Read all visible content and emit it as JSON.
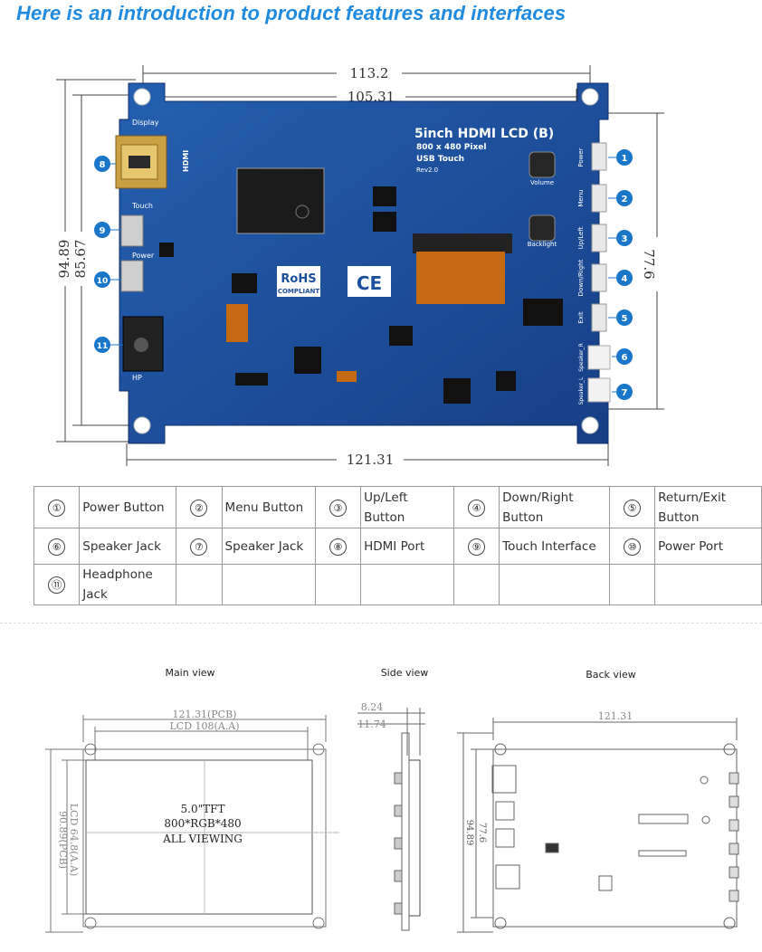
{
  "heading": "Here is an introduction to product features and interfaces",
  "board": {
    "dims": {
      "top_outer": "113.2",
      "top_inner": "105.31",
      "bottom": "121.31",
      "left_outer": "94.89",
      "left_inner": "85.67",
      "right": "77.6"
    },
    "title": "5inch HDMI LCD (B)",
    "subtitle": "800 x 480 Pixel",
    "touch": "USB Touch",
    "rev": "Rev2.0",
    "volume": "Volume",
    "backlight": "Backlight",
    "rohs": "RoHS",
    "compliant": "COMPLIANT",
    "ce": "CE",
    "silk": {
      "display": "Display",
      "hdmi": "HDMI",
      "touch": "Touch",
      "power": "Power",
      "hp": "HP",
      "btn_power": "Power",
      "btn_menu": "Menu",
      "btn_upleft": "Up/Left",
      "btn_downright": "Down/Right",
      "btn_exit": "Exit",
      "speaker_r": "Speaker_R",
      "speaker_l": "Speaker_L"
    },
    "callouts": [
      "1",
      "2",
      "3",
      "4",
      "5",
      "6",
      "7",
      "8",
      "9",
      "10",
      "11"
    ]
  },
  "table": {
    "rows": [
      [
        {
          "n": "①",
          "t": "Power Button"
        },
        {
          "n": "②",
          "t": "Menu Button"
        },
        {
          "n": "③",
          "t": "Up/Left Button"
        },
        {
          "n": "④",
          "t": "Down/Right Button"
        },
        {
          "n": "⑤",
          "t": "Return/Exit Button"
        }
      ],
      [
        {
          "n": "⑥",
          "t": "Speaker Jack"
        },
        {
          "n": "⑦",
          "t": "Speaker Jack"
        },
        {
          "n": "⑧",
          "t": "HDMI Port"
        },
        {
          "n": "⑨",
          "t": "Touch Interface"
        },
        {
          "n": "⑩",
          "t": "Power Port"
        }
      ],
      [
        {
          "n": "⑪",
          "t": "Headphone Jack"
        },
        {
          "n": "",
          "t": ""
        },
        {
          "n": "",
          "t": ""
        },
        {
          "n": "",
          "t": ""
        },
        {
          "n": "",
          "t": ""
        }
      ]
    ]
  },
  "drawings": {
    "main_view": "Main view",
    "side_view": "Side view",
    "back_view": "Back view",
    "main": {
      "pcb_w": "121.31(PCB)",
      "lcd_w": "LCD 108(A.A)",
      "pcb_h": "90.89(PCB)",
      "lcd_h": "LCD 64.8(A.A)",
      "line1": "5.0\"TFT",
      "line2": "800*RGB*480",
      "line3": "ALL VIEWING"
    },
    "side": {
      "d1": "8.24",
      "d2": "11.74"
    },
    "back": {
      "w": "121.31",
      "h1": "94.89",
      "h2": "77.6"
    }
  },
  "colors": {
    "heading": "#1e8be0",
    "pcb": "#1c4f9c",
    "callout": "#1976c8"
  }
}
